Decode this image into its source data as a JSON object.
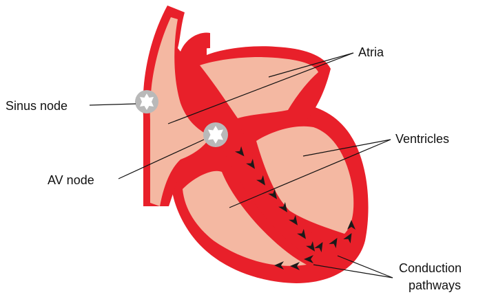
{
  "labels": {
    "sinus_node": "Sinus node",
    "av_node": "AV node",
    "atria": "Atria",
    "ventricles": "Ventricles",
    "conduction_line1": "Conduction",
    "conduction_line2": "pathways"
  },
  "colors": {
    "muscle": "#e8202a",
    "chamber": "#f4b8a2",
    "node_ring": "#b9b9b9",
    "node_star": "#ffffff",
    "arrow": "#1a1a1a",
    "text": "#111111",
    "line": "#111111"
  },
  "icons": {
    "node_marker": "star-node-icon",
    "pathway_arrow": "chevron-arrow-icon"
  }
}
